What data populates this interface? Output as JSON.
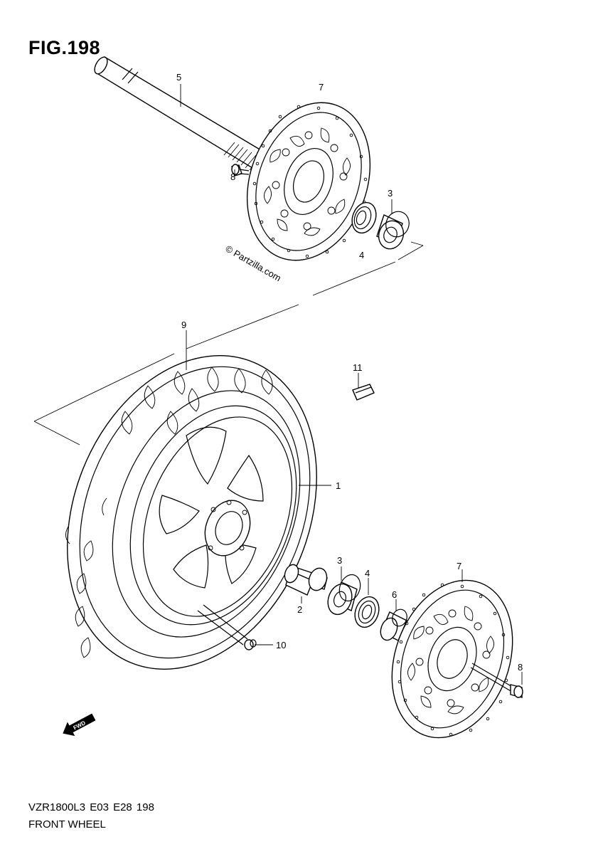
{
  "figure": {
    "title": "FIG.198",
    "watermark": "© Partzilla.com",
    "model_code": "VZR1800L3  E03  E28  198",
    "section_name": "FRONT WHEEL",
    "fwd_label": "FWD"
  },
  "callouts": {
    "axle": "5",
    "disc_upper": "7",
    "bolt_upper": "8",
    "bearing_upper": "3",
    "seal_upper": "4",
    "tire": "9",
    "balance_weight": "11",
    "wheel": "1",
    "spacer": "2",
    "bearing_lower": "3",
    "seal_lower": "4",
    "collar": "6",
    "disc_lower": "7",
    "bolt_lower": "8",
    "valve": "10"
  }
}
